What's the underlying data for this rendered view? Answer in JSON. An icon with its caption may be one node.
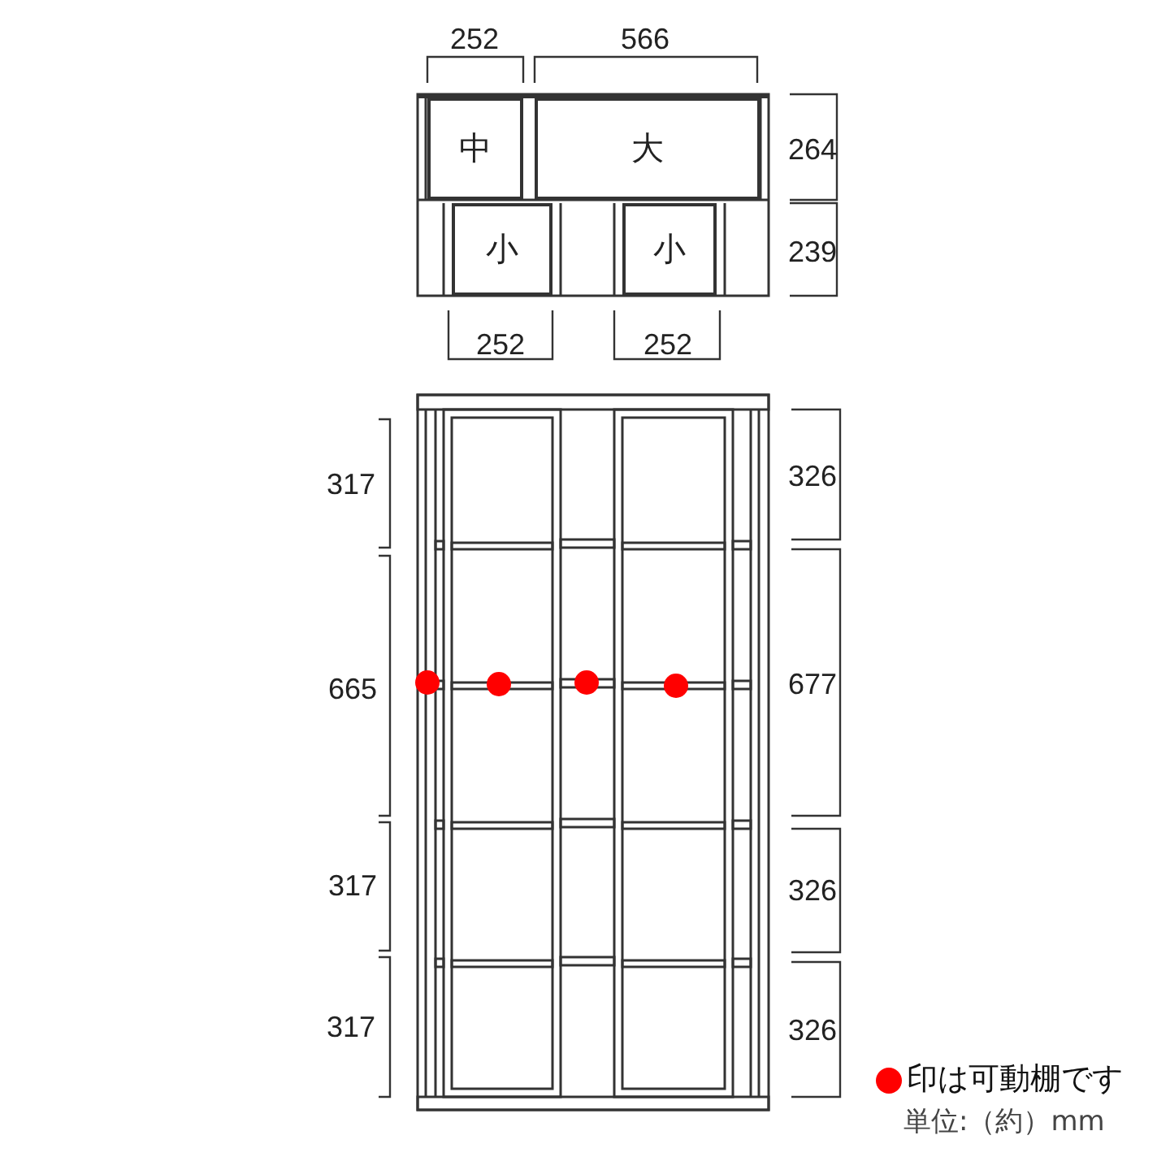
{
  "diagram": {
    "nodes": [
      {
        "text": [
          "中"
        ]
      },
      {
        "text": [
          "大"
        ]
      },
      {
        "text": [
          "小"
        ]
      },
      {
        "text": [
          "小"
        ]
      }
    ],
    "labels": [
      "252",
      "566",
      "264",
      "239",
      "252",
      "252",
      "317",
      "326",
      "665",
      "677",
      "317",
      "326",
      "317",
      "326",
      "単位:（約）mm"
    ],
    "legend": [
      {
        "text": "印は可動棚です",
        "color": "#ff0000"
      }
    ]
  }
}
